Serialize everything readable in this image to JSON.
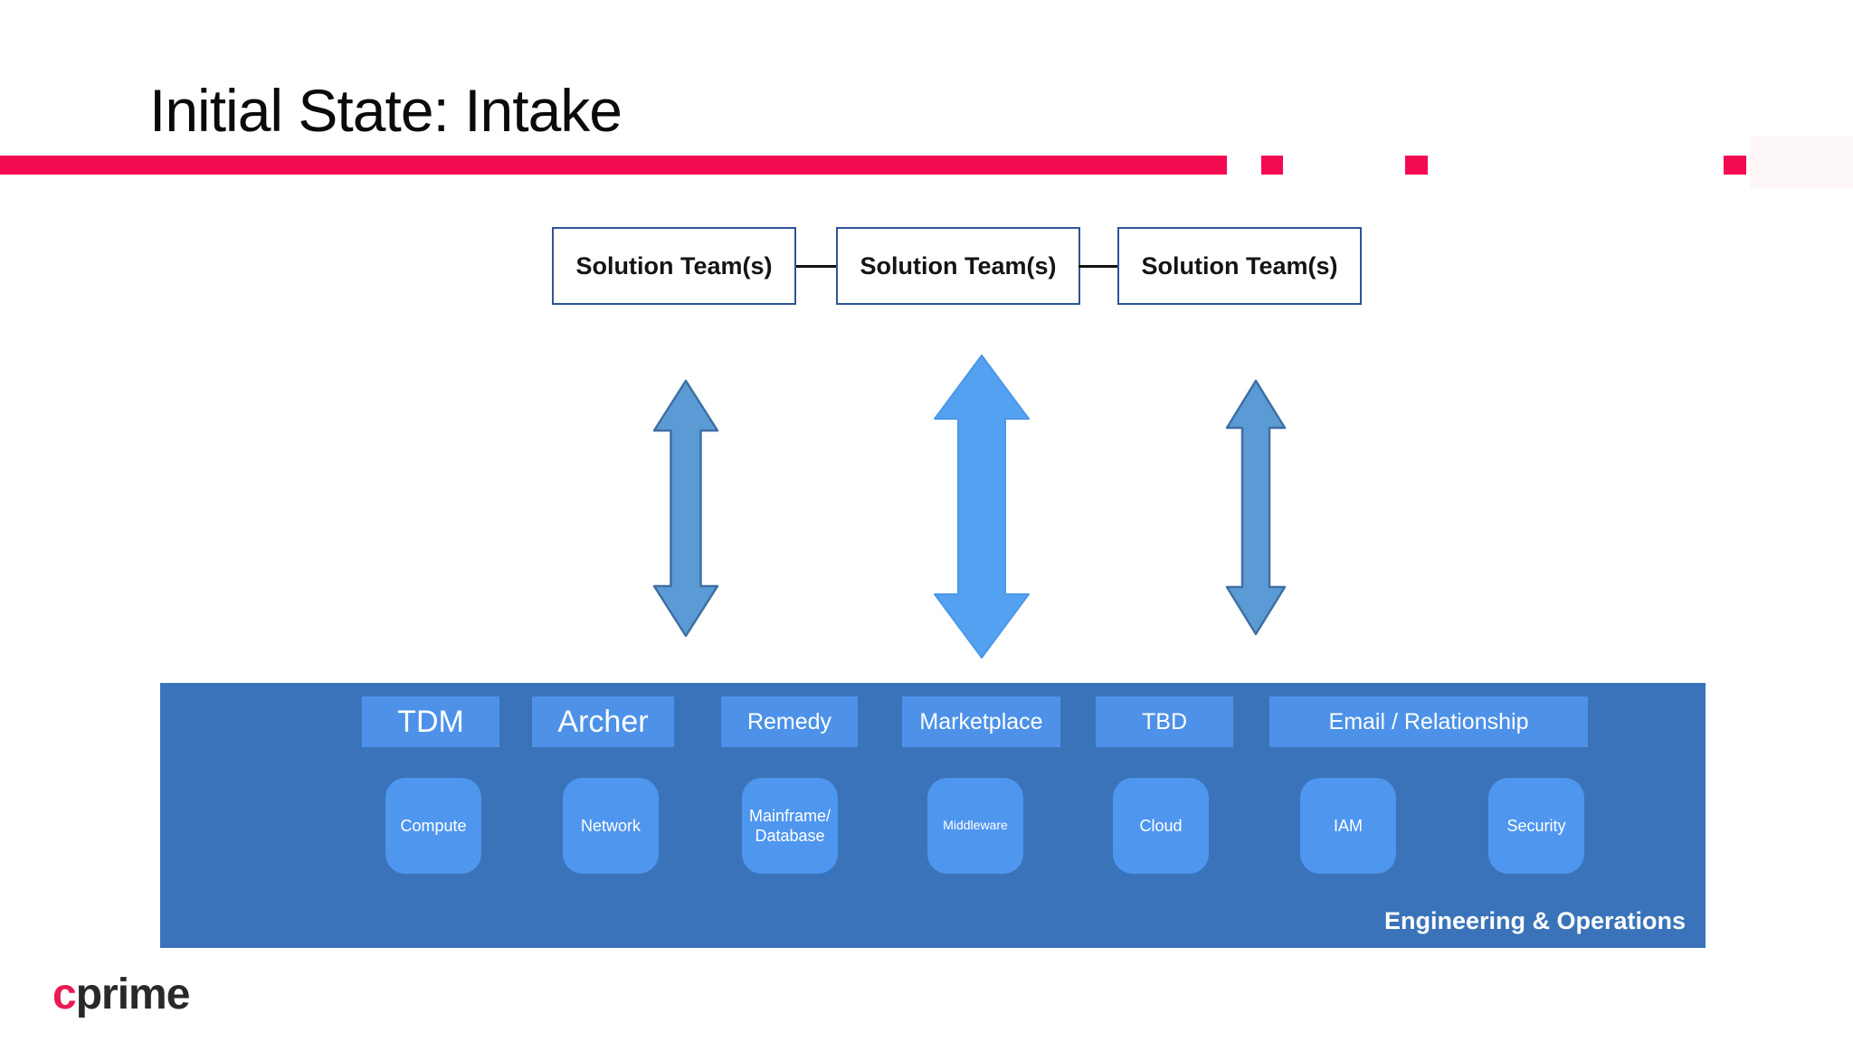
{
  "slide": {
    "title": "Initial State: Intake"
  },
  "colors": {
    "accent_red": "#f30a50",
    "platform_blue": "#3a73b9",
    "chip_blue": "#4d92e8",
    "capability_blue": "#4f96ef",
    "side_arrow_fill": "#5b9bd5",
    "side_arrow_border": "#3e6fa3",
    "middle_arrow_fill": "#54a1f2",
    "team_box_border": "#2f5496",
    "logo_pink": "#e91a52"
  },
  "teams": [
    {
      "label": "Solution Team(s)"
    },
    {
      "label": "Solution Team(s)"
    },
    {
      "label": "Solution Team(s)"
    }
  ],
  "platform": {
    "tools": [
      "TDM",
      "Archer",
      "Remedy",
      "Marketplace",
      "TBD",
      "Email / Relationship"
    ],
    "capabilities": [
      "Compute",
      "Network",
      "Mainframe/ Database",
      "Middleware",
      "Cloud",
      "IAM",
      "Security"
    ],
    "caption": "Engineering & Operations"
  },
  "logo": {
    "c": "c",
    "rest": "prime"
  }
}
